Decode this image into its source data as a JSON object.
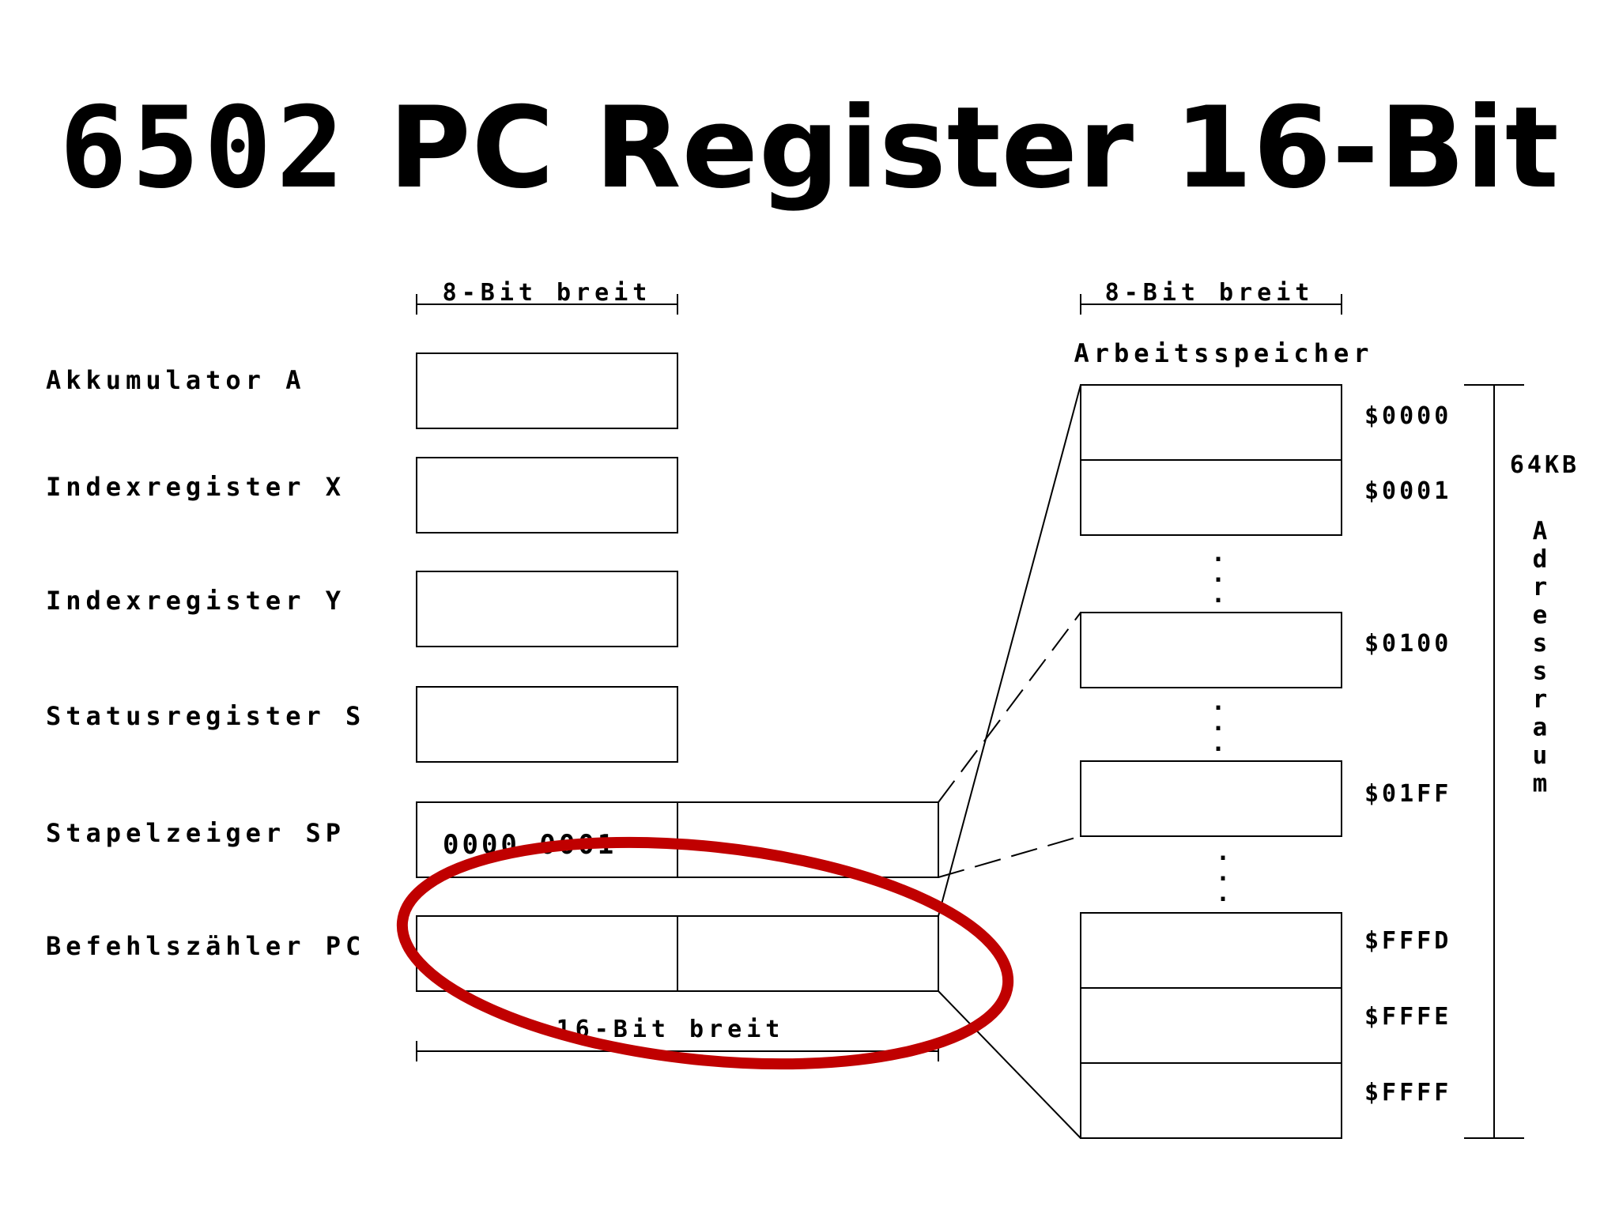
{
  "title": {
    "chip": "6502",
    "rest": "PC Register 16-Bit"
  },
  "register_width_label": "8-Bit breit",
  "memory_width_label": "8-Bit breit",
  "memory_title": "Arbeitsspeicher",
  "registers": [
    {
      "label": "Akkumulator A",
      "value": ""
    },
    {
      "label": "Indexregister X",
      "value": ""
    },
    {
      "label": "Indexregister Y",
      "value": ""
    },
    {
      "label": "Statusregister S",
      "value": ""
    },
    {
      "label": "Stapelzeiger SP",
      "value": "0000 0001"
    },
    {
      "label": "Befehlszähler PC",
      "value": ""
    }
  ],
  "pc_width_label": "16-Bit breit",
  "memory_addresses": [
    "$0000",
    "$0001",
    "$0100",
    "$01FF",
    "$FFFD",
    "$FFFE",
    "$FFFF"
  ],
  "ellipsis": ".\n.\n.",
  "address_space": {
    "size": "64KB",
    "label": "Adressraum"
  },
  "highlight_color": "#c00000"
}
